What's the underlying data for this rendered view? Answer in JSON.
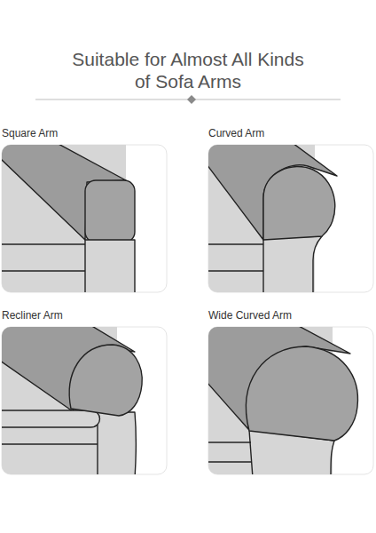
{
  "diagram": {
    "title": "Suitable for Almost All Kinds of Sofa Arms",
    "nodes": [
      {
        "text": [
          "Square Arm"
        ]
      },
      {
        "text": [
          "Curved Arm"
        ]
      },
      {
        "text": [
          "Recliner Arm"
        ]
      },
      {
        "text": [
          "Wide Curved Arm"
        ]
      }
    ]
  }
}
